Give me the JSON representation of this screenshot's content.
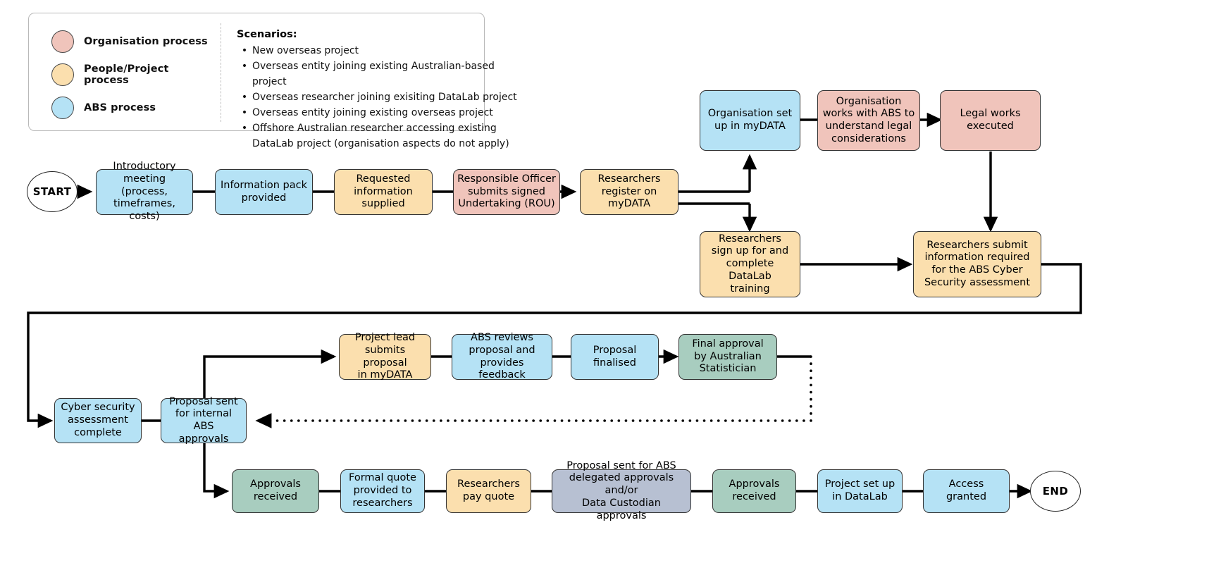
{
  "diagram": {
    "title": "ABS overseas researcher / organisation onboarding process flow"
  },
  "legend": {
    "items": [
      {
        "label": "Organisation process",
        "color": "#f0c4bb",
        "icon": "circle-swatch"
      },
      {
        "label": "People/Project process",
        "color": "#fbdfae",
        "icon": "circle-swatch"
      },
      {
        "label": "ABS process",
        "color": "#b5e2f5",
        "icon": "circle-swatch"
      }
    ]
  },
  "scenarios": {
    "title": "Scenarios:",
    "bullet": "•",
    "items": [
      "New overseas project",
      "Overseas entity joining existing Australian-based project",
      "Overseas researcher joining exisiting DataLab project",
      "Overseas entity joining existing overseas project",
      "Offshore Australian researcher accessing existing DataLab project (organisation aspects do not apply)"
    ]
  },
  "terminators": {
    "start": "START",
    "end": "END"
  },
  "nodes": [
    {
      "id": "intro-meeting",
      "text": "Introductory\nmeeting (process,\ntimeframes, costs)",
      "type": "abs"
    },
    {
      "id": "info-pack",
      "text": "Information pack\nprovided",
      "type": "abs"
    },
    {
      "id": "requested-info",
      "text": "Requested\ninformation\nsupplied",
      "type": "people"
    },
    {
      "id": "ro-undertaking",
      "text": "Responsible Officer\nsubmits signed\nUndertaking (ROU)",
      "type": "org"
    },
    {
      "id": "researchers-register",
      "text": "Researchers\nregister on\nmyDATA",
      "type": "people"
    },
    {
      "id": "org-setup-mydata",
      "text": "Organisation set\nup in myDATA",
      "type": "abs"
    },
    {
      "id": "org-works-abs",
      "text": "Organisation\nworks with ABS to\nunderstand legal\nconsiderations",
      "type": "org"
    },
    {
      "id": "legal-works",
      "text": "Legal works\nexecuted",
      "type": "org"
    },
    {
      "id": "datalab-training",
      "text": "Researchers\nsign up for and\ncomplete DataLab\ntraining",
      "type": "people"
    },
    {
      "id": "cyber-info-submit",
      "text": "Researchers submit\ninformation required\nfor the ABS Cyber\nSecurity assessment",
      "type": "people"
    },
    {
      "id": "cyber-complete",
      "text": "Cyber security\nassessment\ncomplete",
      "type": "abs"
    },
    {
      "id": "proposal-internal",
      "text": "Proposal sent\nfor internal ABS\napprovals",
      "type": "abs"
    },
    {
      "id": "project-lead-proposal",
      "text": "Project lead\nsubmits proposal\nin myDATA",
      "type": "people"
    },
    {
      "id": "abs-reviews",
      "text": "ABS reviews\nproposal and\nprovides feedback",
      "type": "abs"
    },
    {
      "id": "proposal-finalised",
      "text": "Proposal\nfinalised",
      "type": "abs"
    },
    {
      "id": "final-approval",
      "text": "Final approval\nby Australian\nStatistician",
      "type": "green"
    },
    {
      "id": "approvals-received-1",
      "text": "Approvals\nreceived",
      "type": "green"
    },
    {
      "id": "formal-quote",
      "text": "Formal quote\nprovided to\nresearchers",
      "type": "abs"
    },
    {
      "id": "researchers-pay",
      "text": "Researchers\npay quote",
      "type": "people"
    },
    {
      "id": "delegated-approvals",
      "text": "Proposal sent for ABS\ndelegated approvals and/or\nData Custodian approvals",
      "type": "grey"
    },
    {
      "id": "approvals-received-2",
      "text": "Approvals\nreceived",
      "type": "green"
    },
    {
      "id": "project-setup",
      "text": "Project set up\nin DataLab",
      "type": "abs"
    },
    {
      "id": "access-granted",
      "text": "Access\ngranted",
      "type": "abs"
    }
  ],
  "colors": {
    "organisation": "#f0c4bb",
    "people": "#fbdfae",
    "abs": "#b5e2f5",
    "green": "#a8cdbf",
    "grey": "#b7c0d2",
    "edge": "#000000",
    "border": "#333333"
  }
}
